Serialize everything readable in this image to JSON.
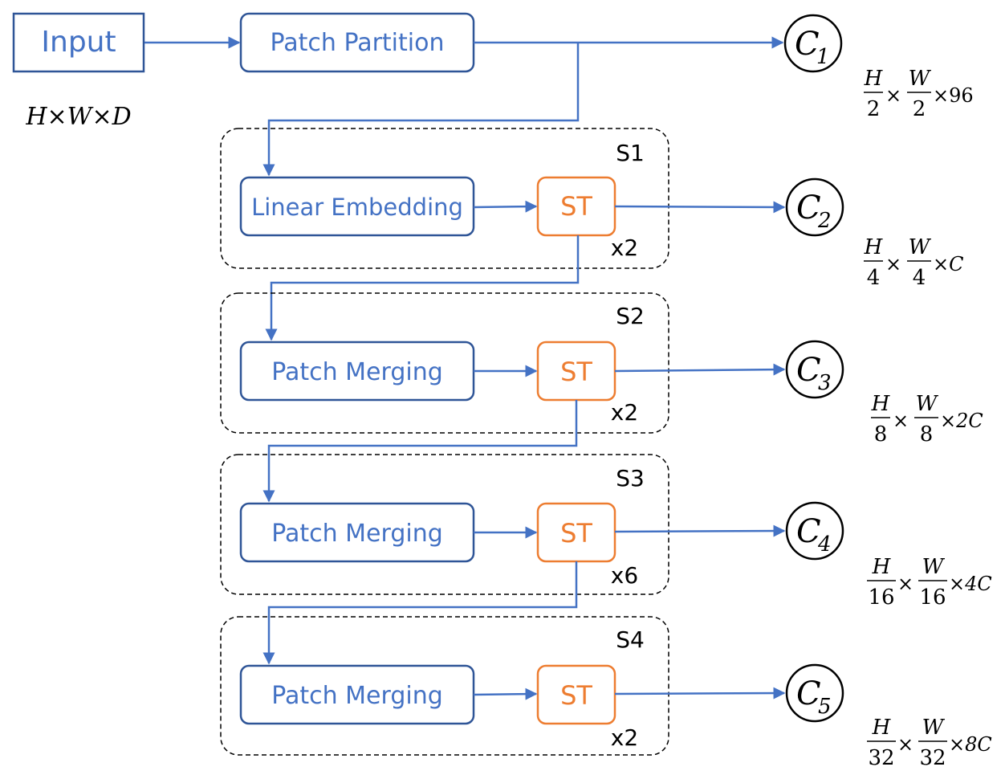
{
  "input": {
    "label": "Input",
    "dims": "H×W×D"
  },
  "patch_partition": {
    "label": "Patch Partition"
  },
  "linear_embedding": {
    "label": "Linear Embedding"
  },
  "patch_merging": {
    "label": "Patch Merging"
  },
  "st_label": "ST",
  "stages": [
    {
      "name": "S1",
      "repeat": "x2"
    },
    {
      "name": "S2",
      "repeat": "x2"
    },
    {
      "name": "S3",
      "repeat": "x6"
    },
    {
      "name": "S4",
      "repeat": "x2"
    }
  ],
  "outputs": [
    {
      "letter": "C",
      "sub": "1",
      "num_h": "H",
      "den_h": "2",
      "num_w": "W",
      "den_w": "2",
      "tail": "×96"
    },
    {
      "letter": "C",
      "sub": "2",
      "num_h": "H",
      "den_h": "4",
      "num_w": "W",
      "den_w": "4",
      "tail": "×C"
    },
    {
      "letter": "C",
      "sub": "3",
      "num_h": "H",
      "den_h": "8",
      "num_w": "W",
      "den_w": "8",
      "tail": "×2C"
    },
    {
      "letter": "C",
      "sub": "4",
      "num_h": "H",
      "den_h": "16",
      "num_w": "W",
      "den_w": "16",
      "tail": "×4C"
    },
    {
      "letter": "C",
      "sub": "5",
      "num_h": "H",
      "den_h": "32",
      "num_w": "W",
      "den_w": "32",
      "tail": "×8C"
    }
  ],
  "times": "×"
}
